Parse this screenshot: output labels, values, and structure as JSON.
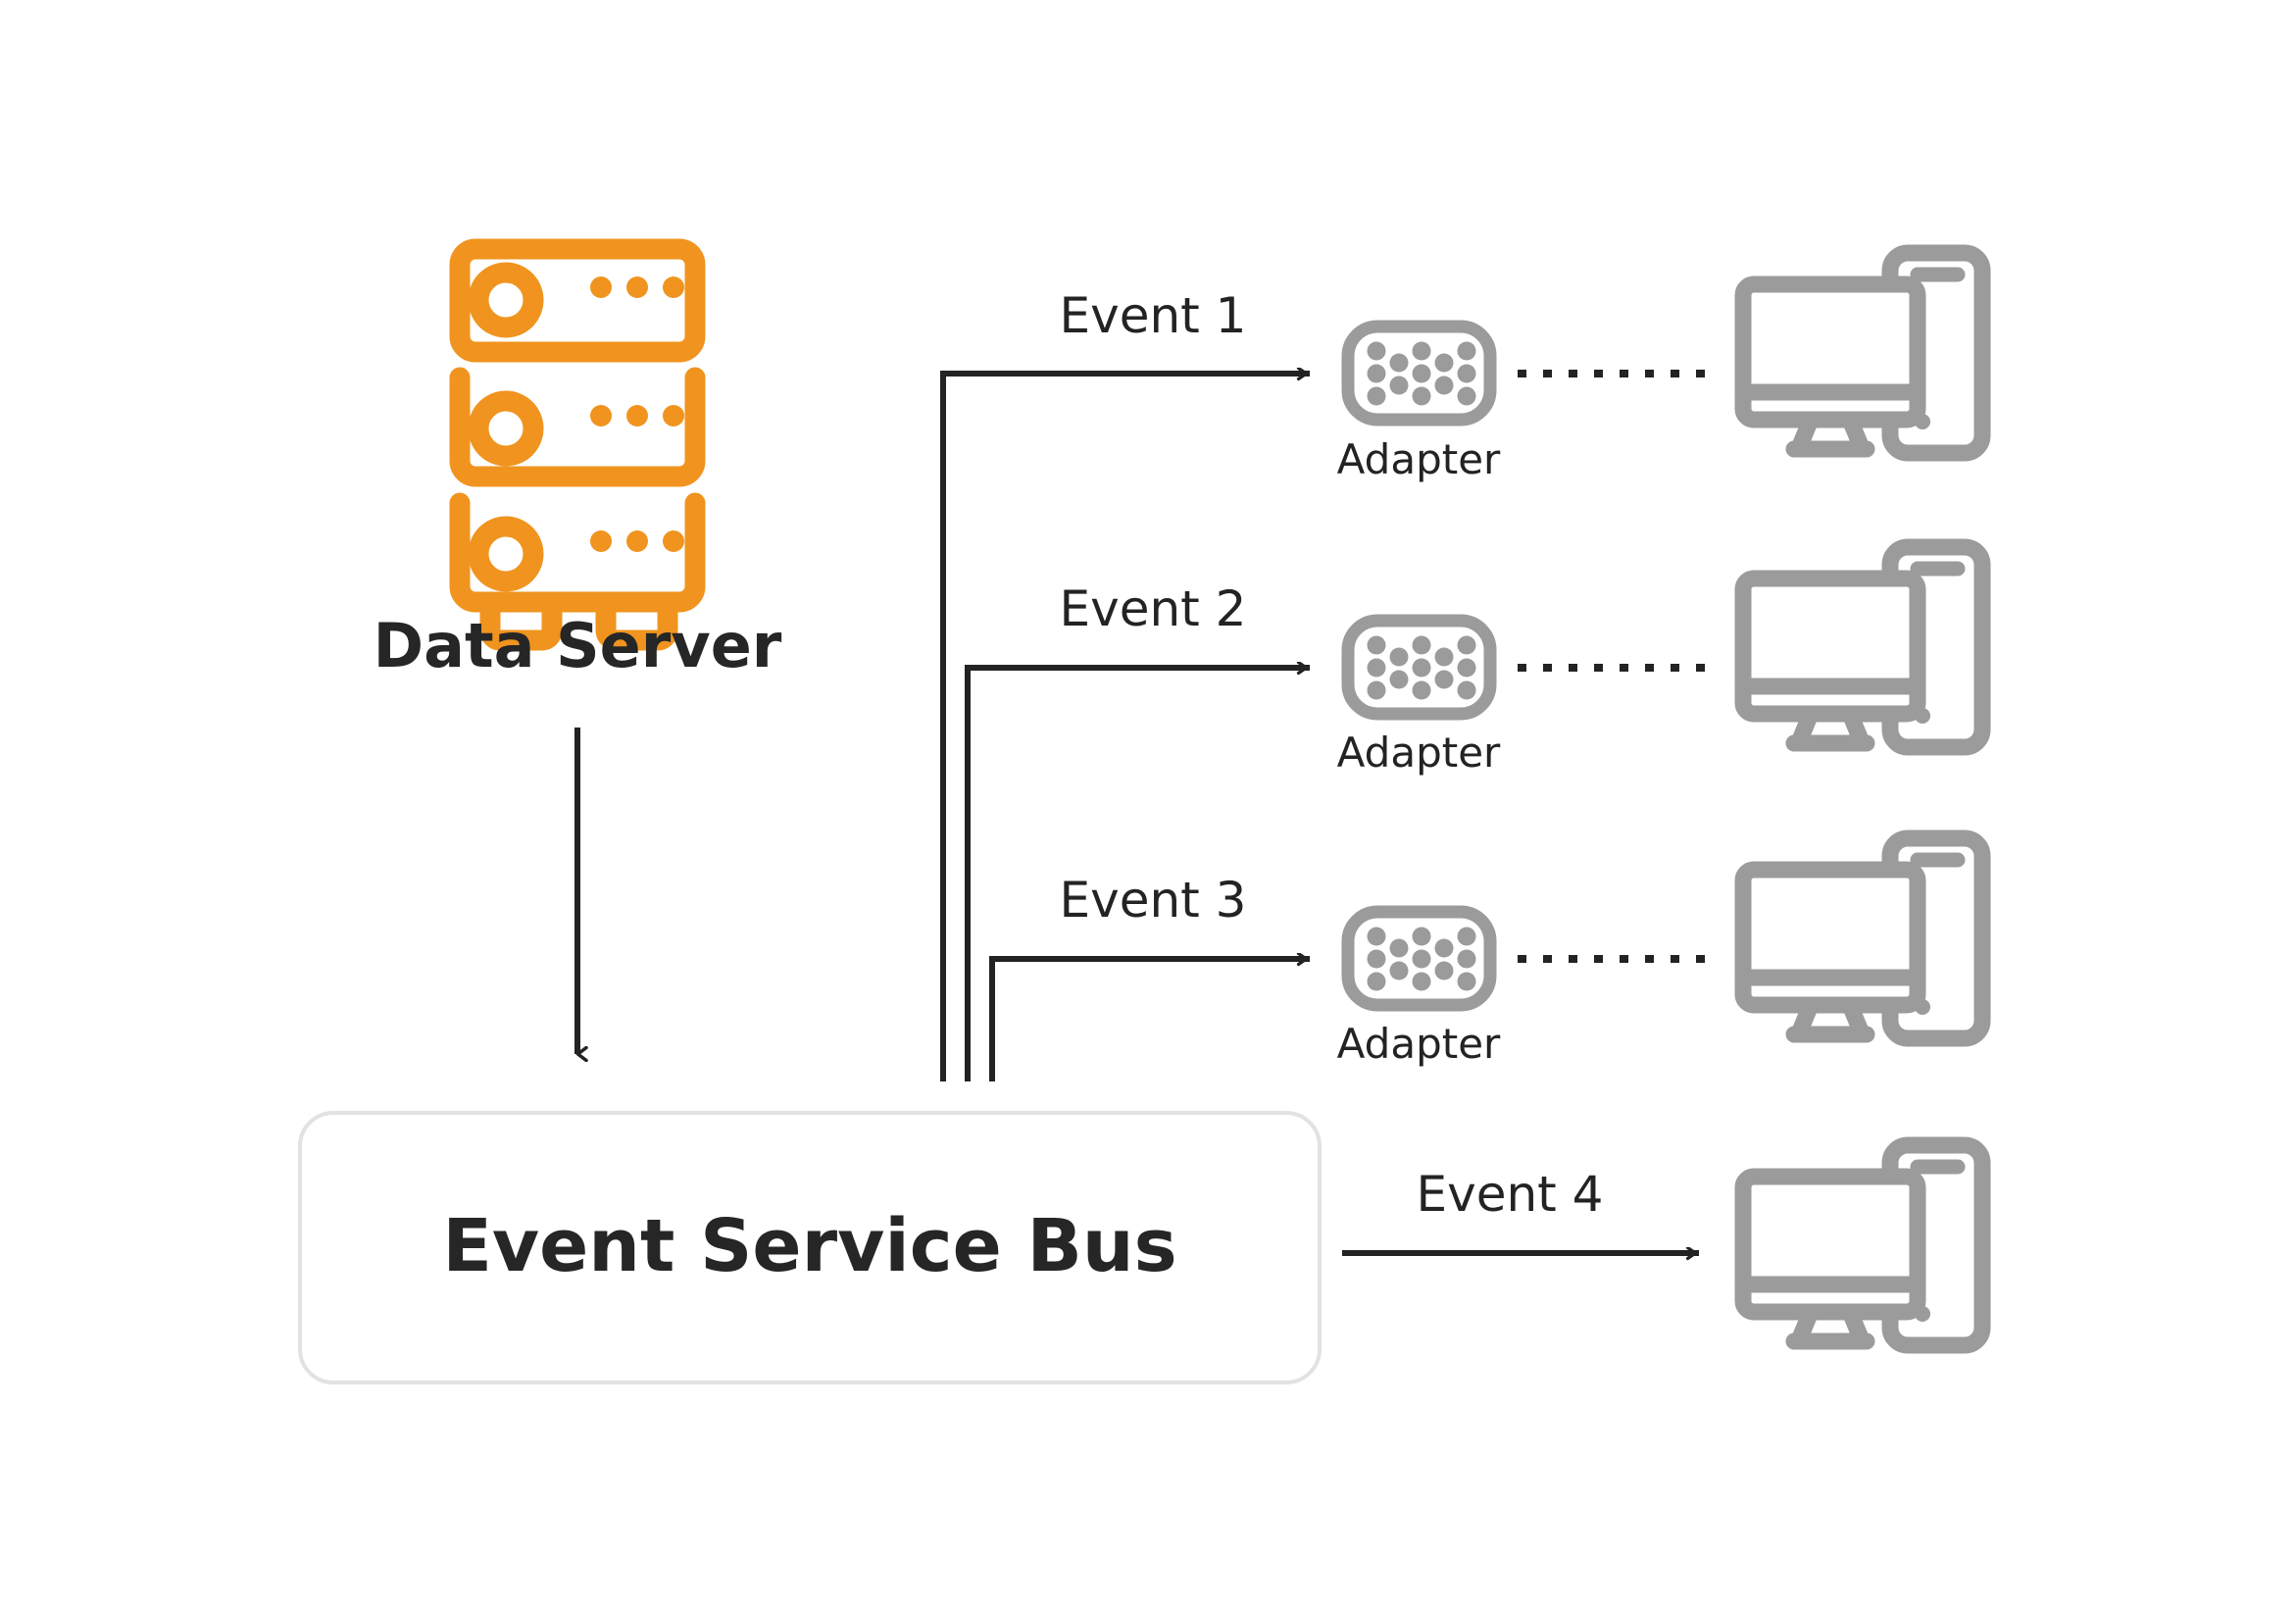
{
  "diagram": {
    "title_nodes": {
      "data_server": "Data Server",
      "event_service_bus": "Event Service Bus"
    },
    "colors": {
      "server_orange": "#F0941F",
      "device_gray": "#9B9B9B",
      "line_dark": "#232323",
      "box_border": "#E0E0E0",
      "text_dark": "#262626",
      "background": "#FFFFFF"
    },
    "icons": {
      "server": "server-rack-icon",
      "adapter": "adapter-connector-icon",
      "workstation": "desktop-computer-icon",
      "arrow": "arrow-right-icon",
      "arrow_down": "arrow-down-icon",
      "dotted_link": "dotted-connection-line"
    },
    "flows": [
      {
        "id": "event-1",
        "label": "Event 1",
        "adapter_label": "Adapter",
        "target": "desktop-computer-icon",
        "link_style": "dotted"
      },
      {
        "id": "event-2",
        "label": "Event 2",
        "adapter_label": "Adapter",
        "target": "desktop-computer-icon",
        "link_style": "dotted"
      },
      {
        "id": "event-3",
        "label": "Event 3",
        "adapter_label": "Adapter",
        "target": "desktop-computer-icon",
        "link_style": "dotted"
      },
      {
        "id": "event-4",
        "label": "Event 4",
        "adapter_label": null,
        "target": "desktop-computer-icon",
        "link_style": "direct"
      }
    ]
  }
}
